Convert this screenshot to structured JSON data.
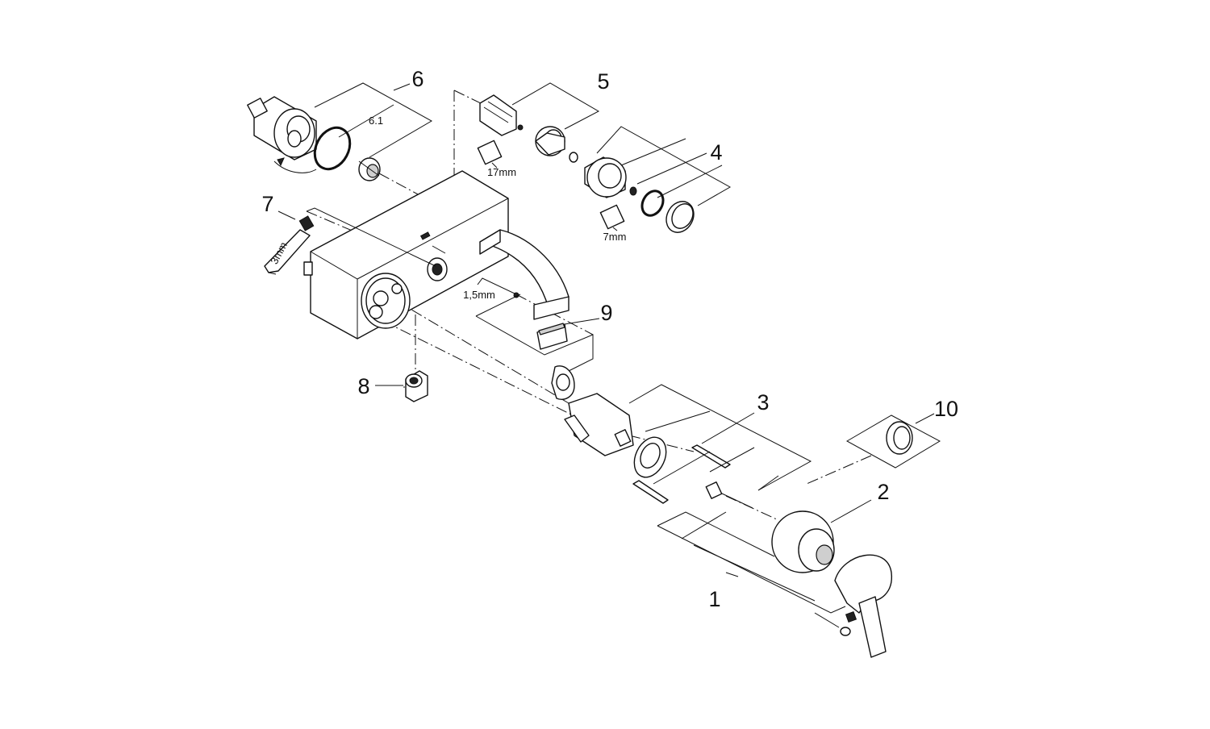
{
  "part_numbers": {
    "p1": "1",
    "p2": "2",
    "p3": "3",
    "p4": "4",
    "p5": "5",
    "p6": "6",
    "p6_1": "6.1",
    "p7": "7",
    "p8": "8",
    "p9": "9",
    "p10": "10"
  },
  "tool_sizes": {
    "wrench_17": "17mm",
    "wrench_7": "7mm",
    "hex_3": "3mm",
    "hex_1_5": "1,5mm"
  }
}
